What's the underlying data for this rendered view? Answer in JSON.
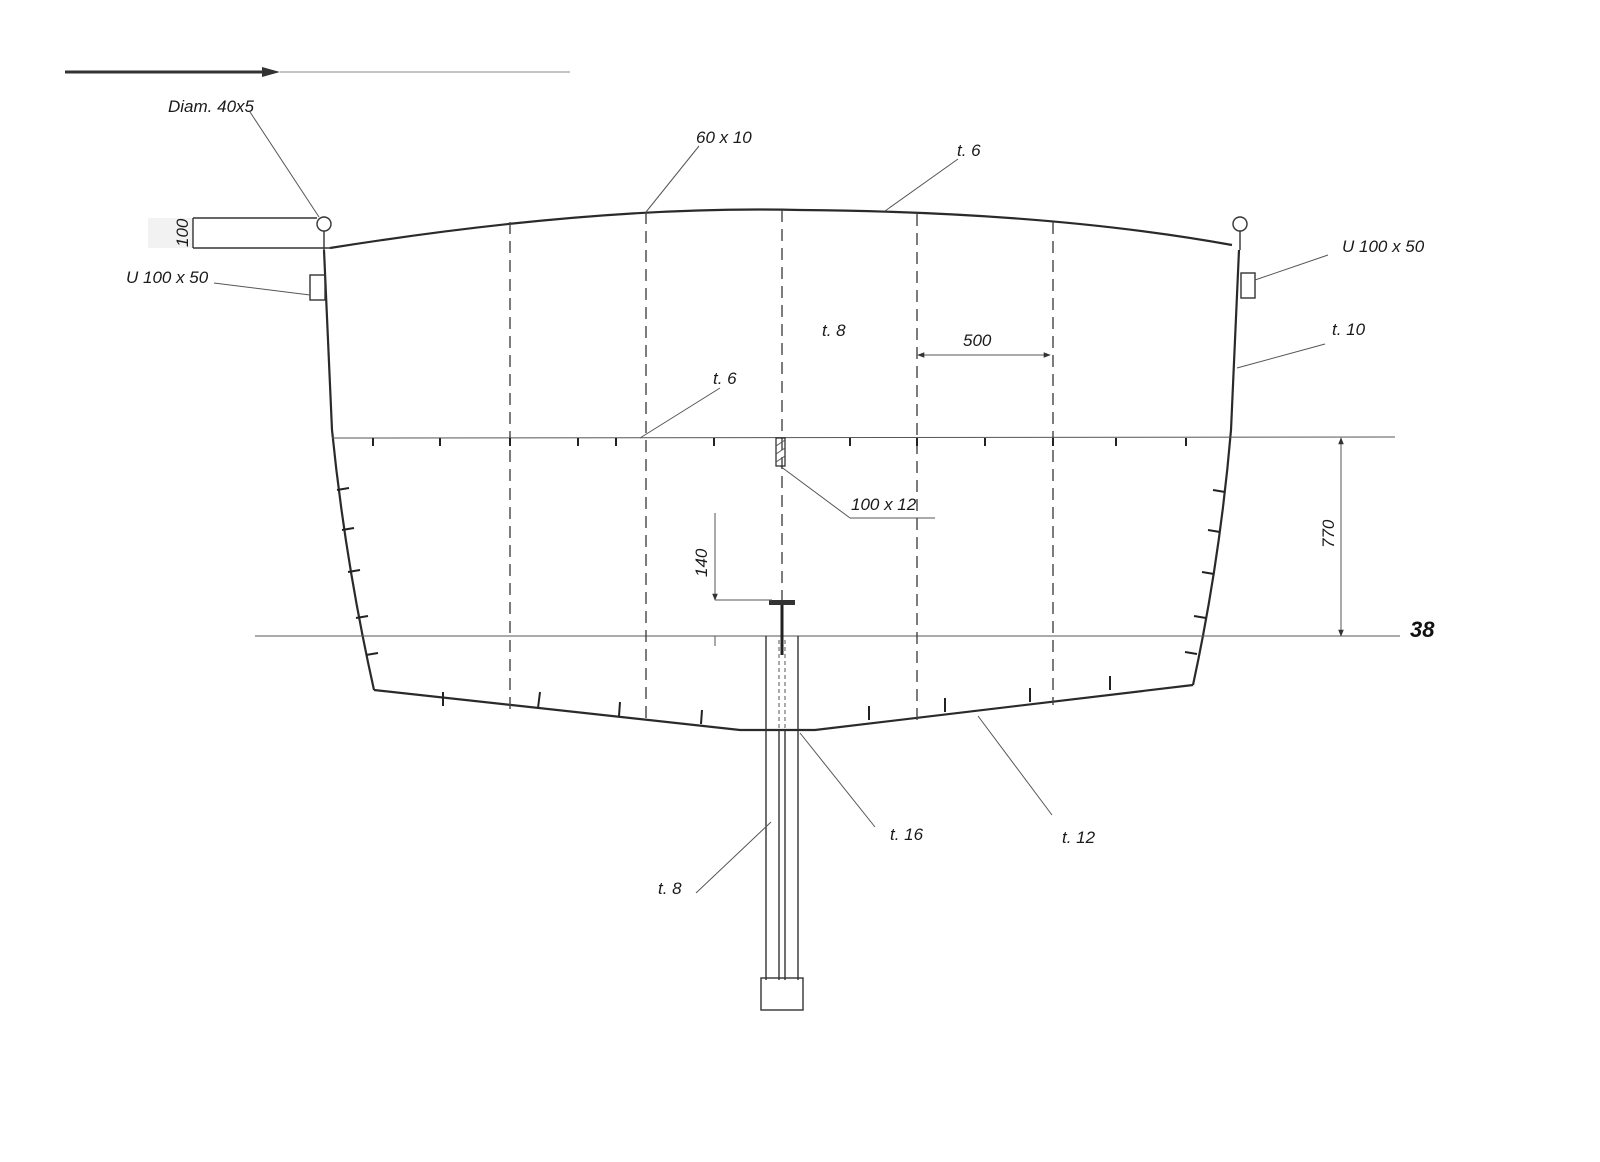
{
  "labels": {
    "diam": "Diam. 40x5",
    "rail_height": "100",
    "u_left": "U 100 x 50",
    "u_right": "U 100 x 50",
    "deck_bar": "60 x 10",
    "deck_plate": "t. 6",
    "bulkhead": "t. 8",
    "spacing": "500",
    "side_plate": "t. 10",
    "inner_deck": "t. 6",
    "stiffener": "100 x 12",
    "height": "770",
    "keel_offset": "140",
    "frame_no": "38",
    "keel_plate": "t. 16",
    "bottom_plate": "t. 12",
    "fin_plate": "t. 8"
  }
}
